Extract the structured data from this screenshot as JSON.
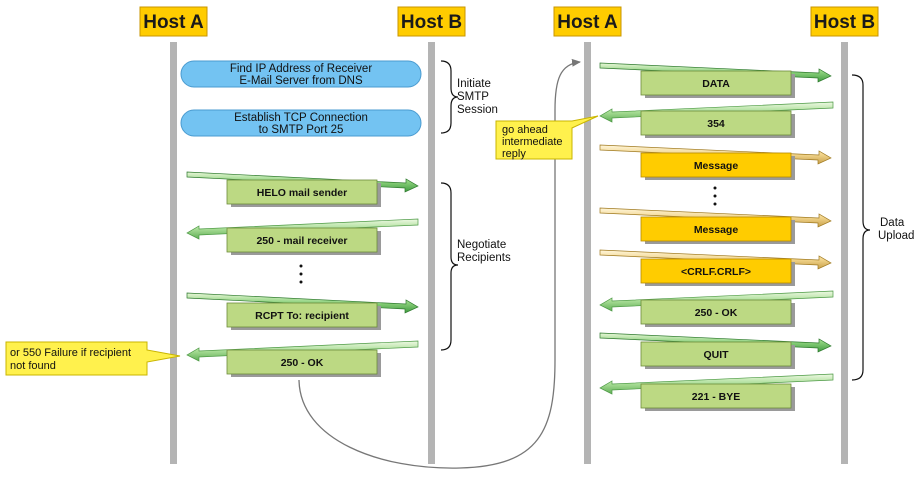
{
  "hosts": {
    "left_a": "Host A",
    "left_b": "Host B",
    "right_a": "Host A",
    "right_b": "Host B"
  },
  "setup": {
    "dns_line1": "Find IP Address of Receiver",
    "dns_line2": "E-Mail Server from DNS",
    "tcp_line1": "Establish TCP Connection",
    "tcp_line2": "to SMTP Port 25"
  },
  "phases": {
    "initiate_line1": "Initiate",
    "initiate_line2": "SMTP",
    "initiate_line3": "Session",
    "negotiate_line1": "Negotiate",
    "negotiate_line2": "Recipients",
    "upload_line1": "Data",
    "upload_line2": "Upload"
  },
  "left_messages": {
    "helo": "HELO mail sender",
    "mail_receiver": "250 - mail receiver",
    "rcpt": "RCPT  To: recipient",
    "ok": "250 - OK"
  },
  "right_messages": {
    "data": "DATA",
    "reply_354": "354",
    "message1": "Message",
    "message2": "Message",
    "crlf": "<CRLF.CRLF>",
    "ok": "250 - OK",
    "quit": "QUIT",
    "bye": "221 - BYE"
  },
  "notes": {
    "failure_line1": "or 550 Failure if recipient",
    "failure_line2": "not found",
    "goahead_line1": "go ahead",
    "goahead_line2": "intermediate",
    "goahead_line3": "reply"
  },
  "colors": {
    "host_box": "#ffcc00",
    "lifeline": "#b4b4b4",
    "setup_pill": "#73c3f2",
    "green_message": "#bcd983",
    "yellow_message": "#ffcc00",
    "note": "#fff14d"
  }
}
